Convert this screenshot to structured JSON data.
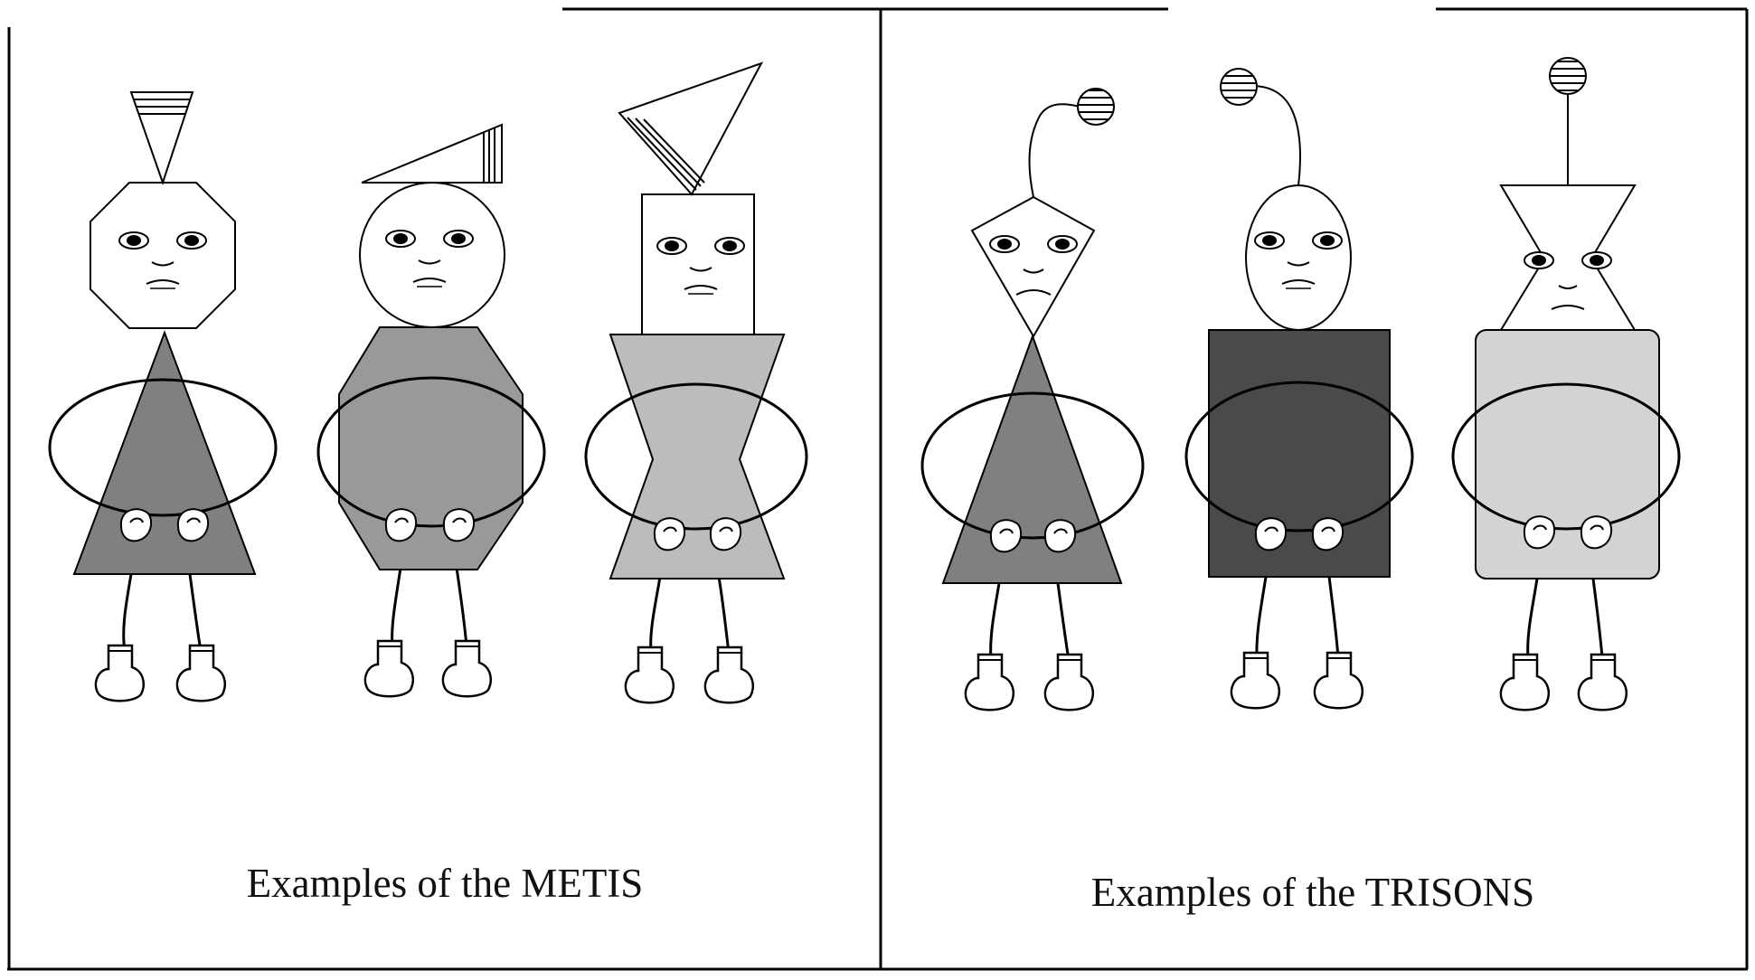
{
  "panels": [
    {
      "caption": "Examples of the METIS",
      "figures": [
        {
          "head": "octagon",
          "hat": "inverted-striped-triangle",
          "body": "triangle",
          "body_color": "#808080"
        },
        {
          "head": "circle",
          "hat": "wedge-striped-triangle",
          "body": "hexagon",
          "body_color": "#999999"
        },
        {
          "head": "rectangle",
          "hat": "tilted-striped-triangle",
          "body": "hourglass",
          "body_color": "#bcbcbc"
        }
      ]
    },
    {
      "caption": "Examples of the TRISONS",
      "figures": [
        {
          "head": "kite",
          "antenna": "curved-right-striped-ball",
          "body": "triangle",
          "body_color": "#808080"
        },
        {
          "head": "oval",
          "antenna": "curved-left-striped-ball",
          "body": "rectangle",
          "body_color": "#4a4a4a"
        },
        {
          "head": "hourglass",
          "antenna": "straight-striped-ball",
          "body": "rounded-rectangle",
          "body_color": "#d3d3d3"
        }
      ]
    }
  ],
  "colors": {
    "line": "#000000",
    "background": "#ffffff"
  }
}
